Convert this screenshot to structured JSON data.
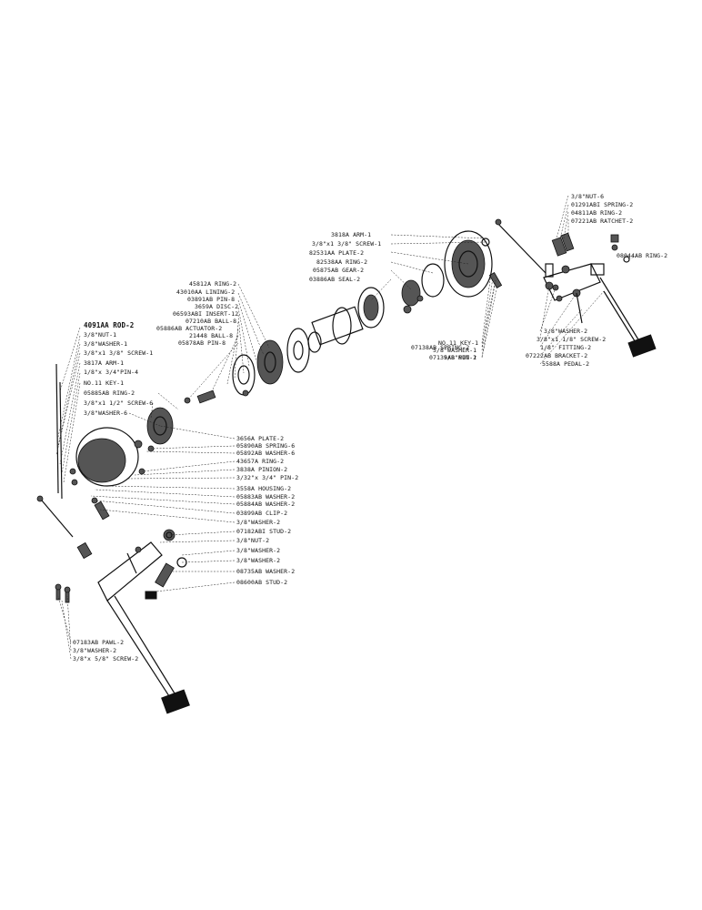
{
  "labels": {
    "nut_6": "3/8\"NUT-6",
    "spring_01291": "01291ABI SPRING-2",
    "ring_04811": "04811AB RING-2",
    "ratchet_07221": "07221AB RATCHET-2",
    "ring_08044": "08044AB RING-2",
    "arm_3818": "3818A ARM-1",
    "screw_1": "3/8\"x1 3/8\" SCREW-1",
    "plate_82531": "82531AA PLATE-2",
    "ring_82538": "82538AA RING-2",
    "gear_05875": "05875AB GEAR-2",
    "seal_03886": "03886AB SEAL-2",
    "ring_45812": "45812A RING-2",
    "lining_43010": "43010AA LINING-2",
    "pin_03891": "03891AB PIN-8",
    "disc_3659": "3659A DISC-2",
    "insert_06593": "06593ABI INSERT-12",
    "ball_07210": "07210AB BALL-8",
    "actuator_05886": "05886AB ACTUATOR-2",
    "ball_21448": "21448 BALL-8",
    "pin_05878": "05878AB PIN-8",
    "key_11": "NO.11 KEY-1",
    "washer_1_upper": "5/8\"WASHER-1",
    "nut_1_upper": "5/8\"NUT-1",
    "spring_07138": "07138AB SPRING-2",
    "pin_07139": "07139AB PIN-2",
    "washer_2_right": "3/8\"WASHER-2",
    "screw_2_right": "3/8\"x1 1/8\" SCREW-2",
    "fitting_2": "1/8\" FITTING-2",
    "bracket_07222": "07222AB BRACKET-2",
    "pedal_5588": "5588A PEDAL-2",
    "rod_4091": "4091AA ROD-2",
    "nut_1_left": "3/8\"NUT-1",
    "washer_1_left": "3/8\"WASHER-1",
    "screw_1_left": "3/8\"x1 3/8\" SCREW-1",
    "arm_3817": "3817A ARM-1",
    "pin_4": "1/8\"x 3/4\"PIN-4",
    "key_11_left": "NO.11 KEY-1",
    "ring_05885": "05885AB RING-2",
    "screw_6": "3/8\"x1 1/2\" SCREW-6",
    "washer_6": "3/8\"WASHER-6",
    "plate_3656": "3656A PLATE-2",
    "spring_05890": "05890AB SPRING-6",
    "washer_05892": "05892AB WASHER-6",
    "ring_43657": "43657A RING-2",
    "pinion_3838": "3838A PINION-2",
    "pin_2_small": "3/32\"x 3/4\" PIN-2",
    "housing_3558": "3558A HOUSING-2",
    "washer_05883": "05883AB WASHER-2",
    "washer_05884": "05884AB WASHER-2",
    "clip_03899": "03899AB CLIP-2",
    "washer_2_a": "3/8\"WASHER-2",
    "stud_07182": "07182ABI STUD-2",
    "nut_2": "3/8\"NUT-2",
    "washer_2_b": "3/8\"WASHER-2",
    "washer_2_c": "3/8\"WASHER-2",
    "washer_08735": "08735AB WASHER-2",
    "stud_08600": "08600AB STUD-2",
    "pawl_07183": "07183AB PAWL-2",
    "washer_2_bottom": "3/8\"WASHER-2",
    "screw_2_bottom": "3/8\"x 5/8\" SCREW-2"
  }
}
